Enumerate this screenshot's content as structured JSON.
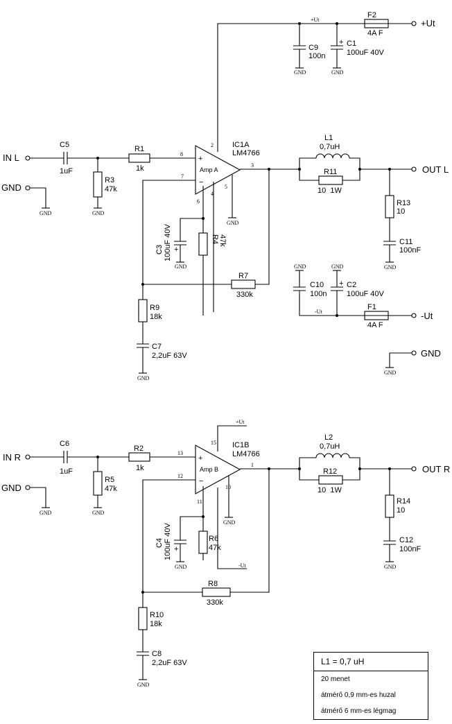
{
  "left_channel": {
    "in": "IN L",
    "gnd_in": "GND",
    "out": "OUT L",
    "c5": "C5",
    "c5_val": "1uF",
    "r1": "R1",
    "r1_val": "1k",
    "r3": "R3",
    "r3_val": "47k",
    "ic": "IC1A",
    "ic_part": "LM4766",
    "amp": "Amp A",
    "pin_in_plus": "8",
    "pin_in_minus": "7",
    "pin_out": "3",
    "pin_vp": "2",
    "pin_vm": "4",
    "pin_mute": "6",
    "pin_gnd": "5",
    "c3": "C3",
    "c3_val": "100uF 40V",
    "r4": "R4",
    "r4_val": "47k",
    "r7": "R7",
    "r7_val": "330k",
    "r9": "R9",
    "r9_val": "18k",
    "c7": "C7",
    "c7_val": "2,2uF 63V",
    "l1": "L1",
    "l1_val": "0,7uH",
    "r11": "R11",
    "r11_val": "10  1W",
    "r13": "R13",
    "r13_val": "10",
    "c11": "C11",
    "c11_val": "100nF"
  },
  "power": {
    "plus_ut": "+Ut",
    "minus_ut": "-Ut",
    "gnd_out": "GND",
    "net_plus": "+Ut",
    "net_minus": "-Ut",
    "c9": "C9",
    "c9_val": "100n",
    "c1": "C1",
    "c1_val": "100uF 40V",
    "f2": "F2",
    "f2_val": "4A F",
    "c10": "C10",
    "c10_val": "100n",
    "c2": "C2",
    "c2_val": "100uF 40V",
    "f1": "F1",
    "f1_val": "4A F",
    "gnd_small": "GND",
    "plus_sign": "+"
  },
  "right_channel": {
    "in": "IN R",
    "gnd_in": "GND",
    "out": "OUT R",
    "c6": "C6",
    "c6_val": "1uF",
    "r2": "R2",
    "r2_val": "1k",
    "r5": "R5",
    "r5_val": "47k",
    "ic": "IC1B",
    "ic_part": "LM4766",
    "amp": "Amp B",
    "pin_in_plus": "13",
    "pin_in_minus": "12",
    "pin_out": "1",
    "pin_vp": "15",
    "pin_mute": "11",
    "pin_gnd": "10",
    "c4": "C4",
    "c4_val": "100uF 40V",
    "r6": "R6",
    "r6_val": "47k",
    "r8": "R8",
    "r8_val": "330k",
    "r10": "R10",
    "r10_val": "18k",
    "c8": "C8",
    "c8_val": "2,2uF 63V",
    "l2": "L2",
    "l2_val": "0,7uH",
    "r12": "R12",
    "r12_val": "10  1W",
    "r14": "R14",
    "r14_val": "10",
    "c12": "C12",
    "c12_val": "100nF"
  },
  "note": {
    "title": "L1 = 0,7 uH",
    "lines": [
      "20 menet",
      "átmérő 0,9 mm-es huzal",
      "átmérő 6 mm-es légmag"
    ]
  }
}
